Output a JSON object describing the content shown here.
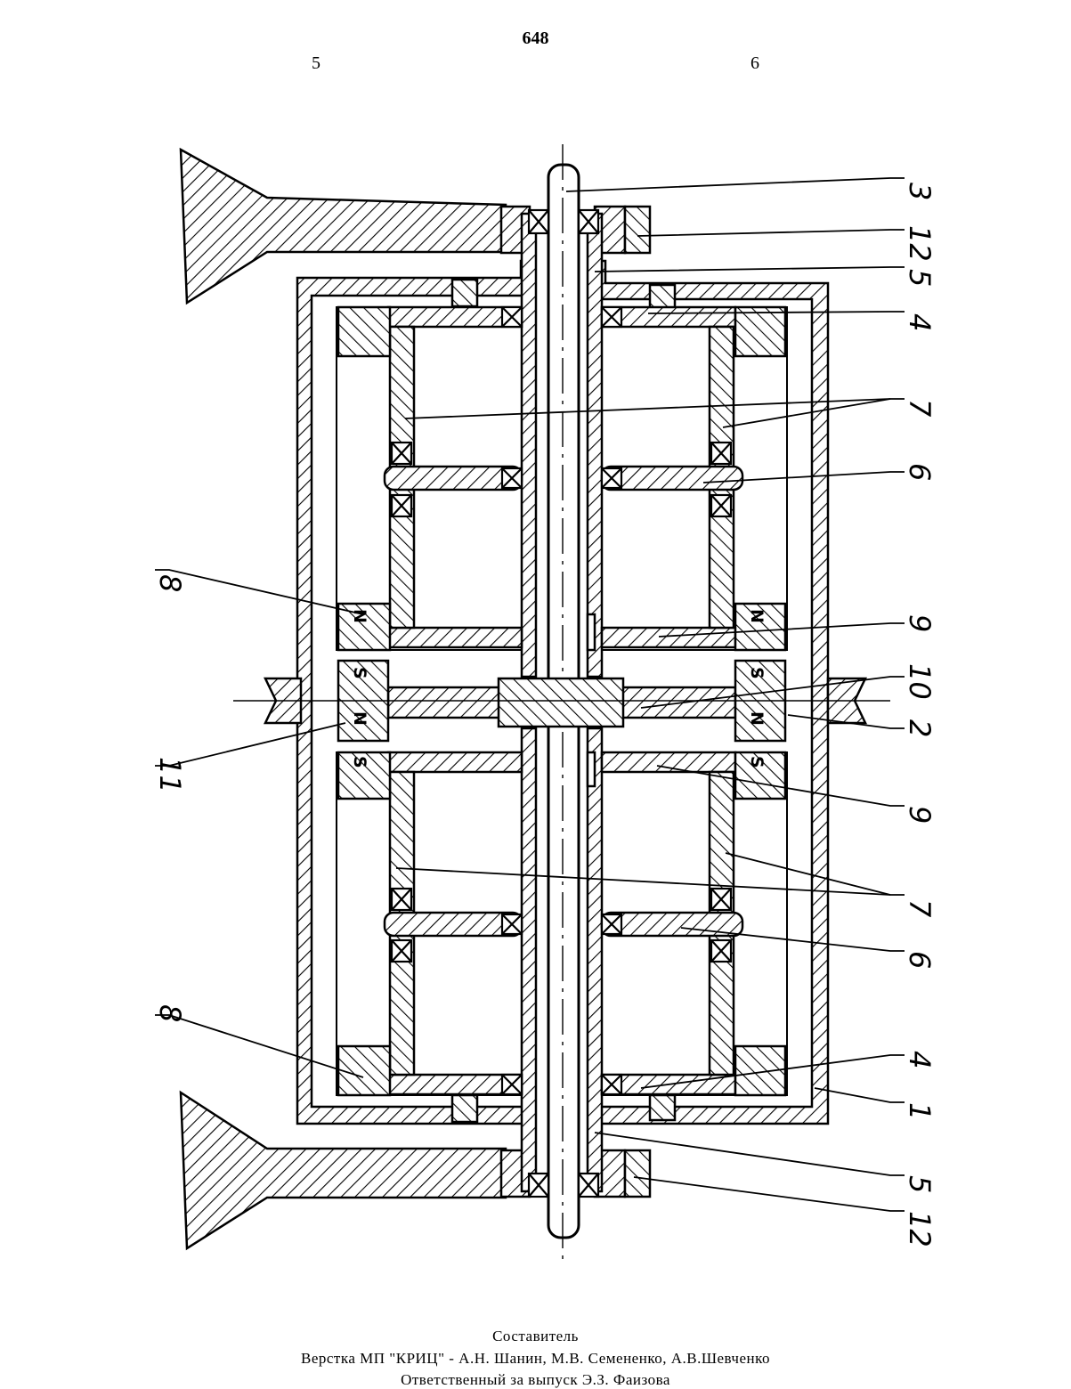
{
  "header": {
    "page_number": "648",
    "column_left": "5",
    "column_right": "6"
  },
  "figure": {
    "right_labels": [
      "3",
      "12",
      "5",
      "4",
      "7",
      "6",
      "9",
      "10",
      "2",
      "9",
      "7",
      "6",
      "4",
      "1",
      "5",
      "12"
    ],
    "left_labels": [
      "8",
      "11",
      "8"
    ],
    "pole_marks": {
      "north": "N",
      "south": "S"
    }
  },
  "footer": {
    "line1": "Составитель",
    "line2": "Верстка МП \"КРИЦ\" -   А.Н. Шанин, М.В. Семененко,   А.В.Шевченко",
    "line3": "Ответственный  за  выпуск  Э.З. Фаизова"
  },
  "colors": {
    "ink": "#000000",
    "paper": "#ffffff"
  }
}
